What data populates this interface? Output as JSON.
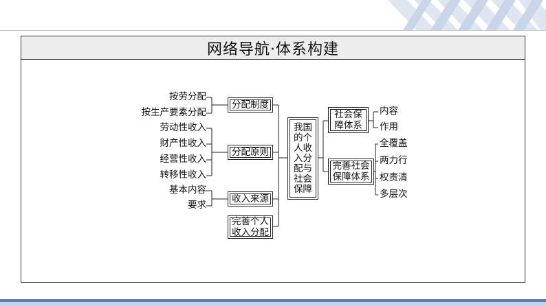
{
  "title": "网络导航·体系构建",
  "left_groups": [
    {
      "box": "分配制度",
      "leaves": [
        "按劳分配",
        "按生产要素分配"
      ]
    },
    {
      "box": "分配原则",
      "leaves": [
        "劳动性收入",
        "财产性收入",
        "经营性收入",
        "转移性收入"
      ]
    },
    {
      "box": "收入来源",
      "leaves": [
        "基本内容",
        "要求"
      ]
    },
    {
      "box": "完善个人收入分配",
      "leaves": []
    }
  ],
  "center": "我国的个人收入分配与社会保障",
  "right_groups": [
    {
      "box": "社会保障体系",
      "leaves": [
        "内容",
        "作用"
      ]
    },
    {
      "box": "完善社会保障体系",
      "leaves": [
        "全覆盖",
        "两力行",
        "权责清",
        "多层次"
      ]
    }
  ]
}
